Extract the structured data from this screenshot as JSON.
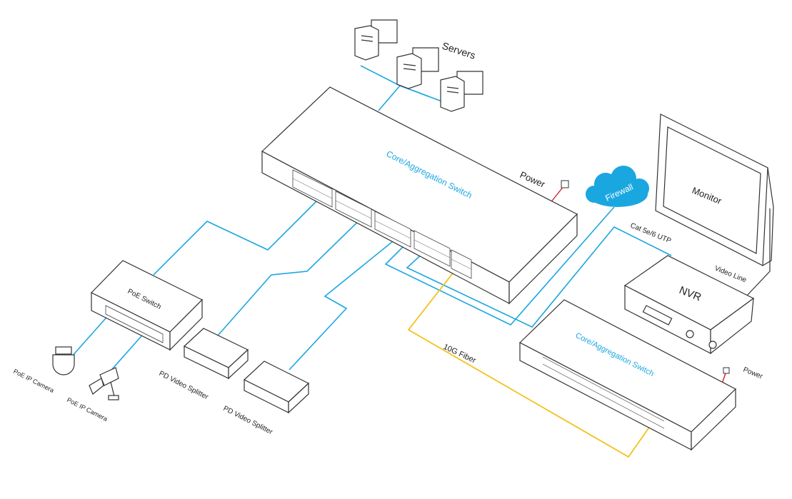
{
  "labels": {
    "servers": "Servers",
    "power_top": "Power",
    "core_switch_top": "Core/Aggregation Switch",
    "firewall": "Firewall",
    "monitor": "Monitor",
    "cat_cable": "Cat 5e/6  UTP",
    "video_line": "Video  Line",
    "nvr": "NVR",
    "poe_switch": "PoE Switch",
    "poe_camera_1": "PoE IP Camera",
    "poe_camera_2": "PoE IP Camera",
    "pd_splitter_1": "PD Video Splitter",
    "pd_splitter_2": "PD Video Splitter",
    "fiber": "10G Fiber",
    "core_switch_bottom": "Core/Aggregation Switch",
    "power_bottom": "Power"
  },
  "colors": {
    "ethernet_line": "#1aa7e0",
    "fiber_line": "#f2c21b",
    "power_cable": "#d42020",
    "device_stroke": "#333333",
    "label_accent": "#1aa7e0"
  }
}
